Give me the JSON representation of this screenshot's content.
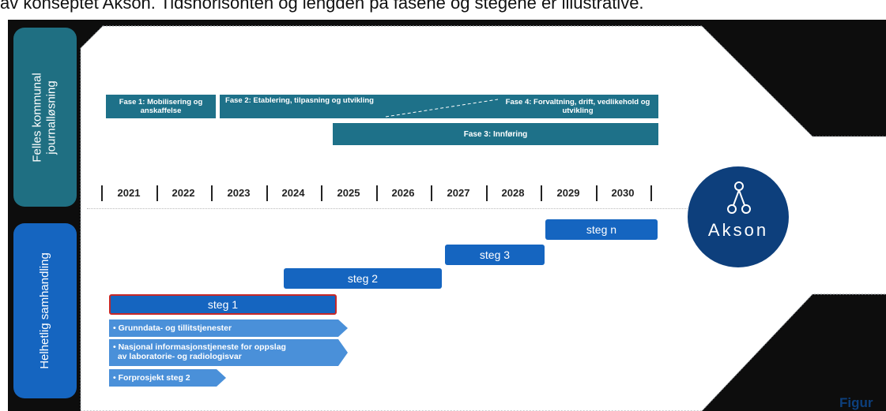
{
  "caption": "av konseptet Akson. Tidshorisonten og lengden på fasene og stegene er illustrative.",
  "row_labels": {
    "top": "Felles kommunal\njournalløsning",
    "bottom": "Helhetlig samhandling"
  },
  "phases": {
    "phase_1": "Fase 1: Mobilisering og anskaffelse",
    "phase_2": "Fase 2: Etablering, tilpasning og utvikling",
    "phase_4": "Fase 4: Forvaltning, drift, vedlikehold og utvikling",
    "phase_3": "Fase 3: Innføring"
  },
  "years": [
    "2021",
    "2022",
    "2023",
    "2024",
    "2025",
    "2026",
    "2027",
    "2028",
    "2029",
    "2030"
  ],
  "steps": {
    "step_n": "steg n",
    "step_3": "steg 3",
    "step_2": "steg 2",
    "step_1": "steg 1"
  },
  "sub_items": [
    "• Grunndata- og tillitstjenester",
    "• Nasjonal informasjonstjeneste for oppslag\n  av laboratorie- og radiologisvar",
    "• Forprosjekt steg 2"
  ],
  "brand": {
    "name": "Akson"
  },
  "figure_label": "Figur",
  "colors": {
    "phase_teal": "#1e7189",
    "label_teal": "#1f6f82",
    "step_blue": "#1565c0",
    "sub_light_blue": "#4a90d9",
    "highlight_red": "#c62828",
    "akson_navy": "#0d3f7c"
  }
}
